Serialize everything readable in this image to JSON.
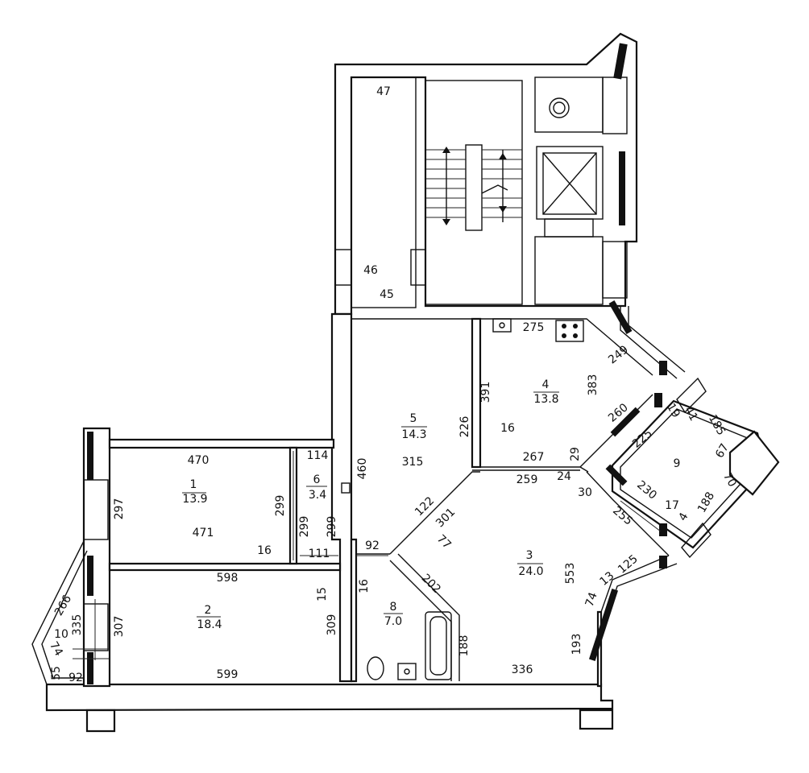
{
  "rooms": [
    {
      "id": "1",
      "area": "13.9"
    },
    {
      "id": "2",
      "area": "18.4"
    },
    {
      "id": "3",
      "area": "24.0"
    },
    {
      "id": "4",
      "area": "13.8"
    },
    {
      "id": "5",
      "area": "14.3"
    },
    {
      "id": "6",
      "area": "3.4"
    },
    {
      "id": "8",
      "area": "7.0"
    },
    {
      "id": "9",
      "area": ""
    },
    {
      "id": "10",
      "area": ""
    }
  ],
  "dimensions": {
    "d47": "47",
    "d46": "46",
    "d45": "45",
    "d275": "275",
    "d249": "249",
    "d391": "391",
    "d383": "383",
    "d226": "226",
    "d16a": "16",
    "d267": "267",
    "d29": "29",
    "d260": "260",
    "d19": "19",
    "d41": "41",
    "d185": "185",
    "d225": "225",
    "d67": "67",
    "d70": "70",
    "d188a": "188",
    "d230": "230",
    "d17": "17",
    "d4": "4",
    "d255": "255",
    "d24": "24",
    "d30": "30",
    "d259": "259",
    "d122": "122",
    "d301": "301",
    "d77": "77",
    "d315": "315",
    "d460": "460",
    "d470": "470",
    "d114": "114",
    "d297": "297",
    "d299a": "299",
    "d299b": "299",
    "d299c": "299",
    "d471": "471",
    "d16b": "16",
    "d111": "111",
    "d92a": "92",
    "d598": "598",
    "d15": "15",
    "d16c": "16",
    "d202": "202",
    "d553": "553",
    "d125": "125",
    "d13": "13",
    "d74a": "74",
    "d266": "266",
    "d335": "335",
    "d307": "307",
    "d309": "309",
    "d188b": "188",
    "d193": "193",
    "d599": "599",
    "d336": "336",
    "d74b": "74",
    "d55": "55",
    "d92b": "92"
  }
}
